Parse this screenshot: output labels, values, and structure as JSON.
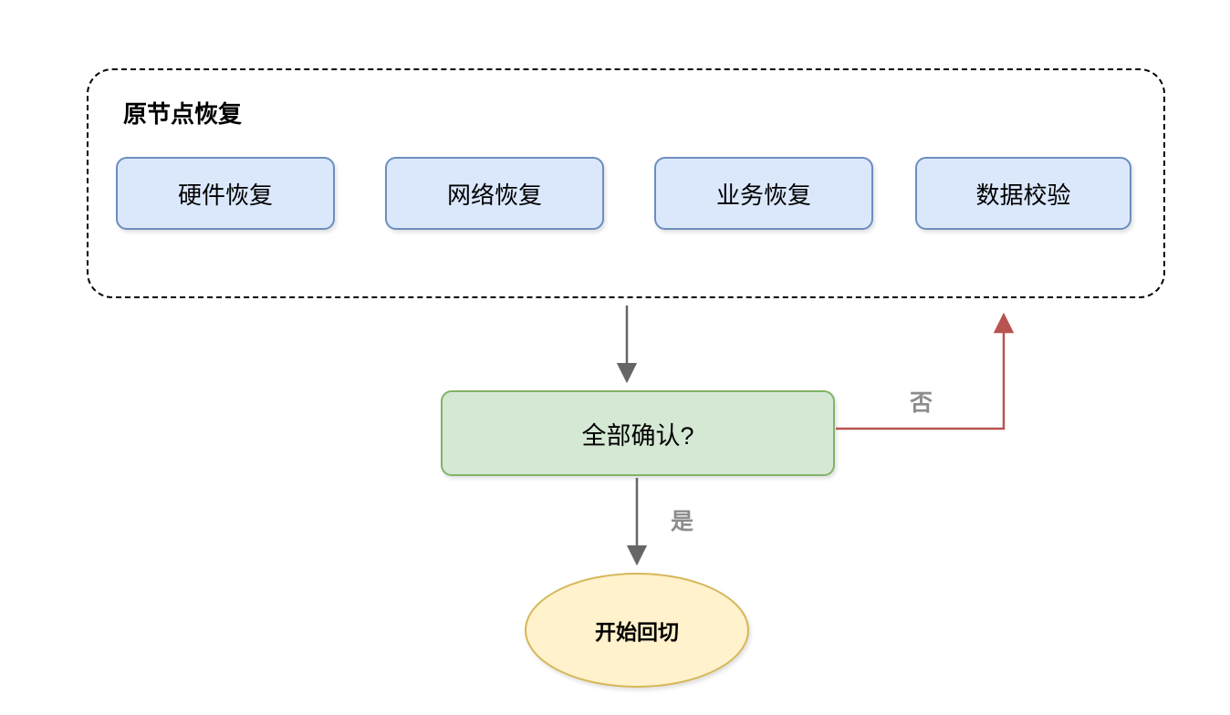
{
  "diagram": {
    "group": {
      "title": "原节点恢复",
      "steps": [
        {
          "label": "硬件恢复"
        },
        {
          "label": "网络恢复"
        },
        {
          "label": "业务恢复"
        },
        {
          "label": "数据校验"
        }
      ]
    },
    "decision": {
      "label": "全部确认?"
    },
    "terminal": {
      "label": "开始回切"
    },
    "edges": {
      "no_label": "否",
      "yes_label": "是"
    },
    "colors": {
      "step_fill": "#dbe8fc",
      "step_border": "#6c8ebf",
      "decision_fill": "#d5e8d4",
      "decision_border": "#82b366",
      "terminal_fill": "#fff2cc",
      "terminal_border": "#d6b656",
      "group_border": "#000000",
      "arrow_gray": "#666666",
      "arrow_red": "#b85450",
      "edge_label_gray": "#8c8c8c"
    }
  }
}
